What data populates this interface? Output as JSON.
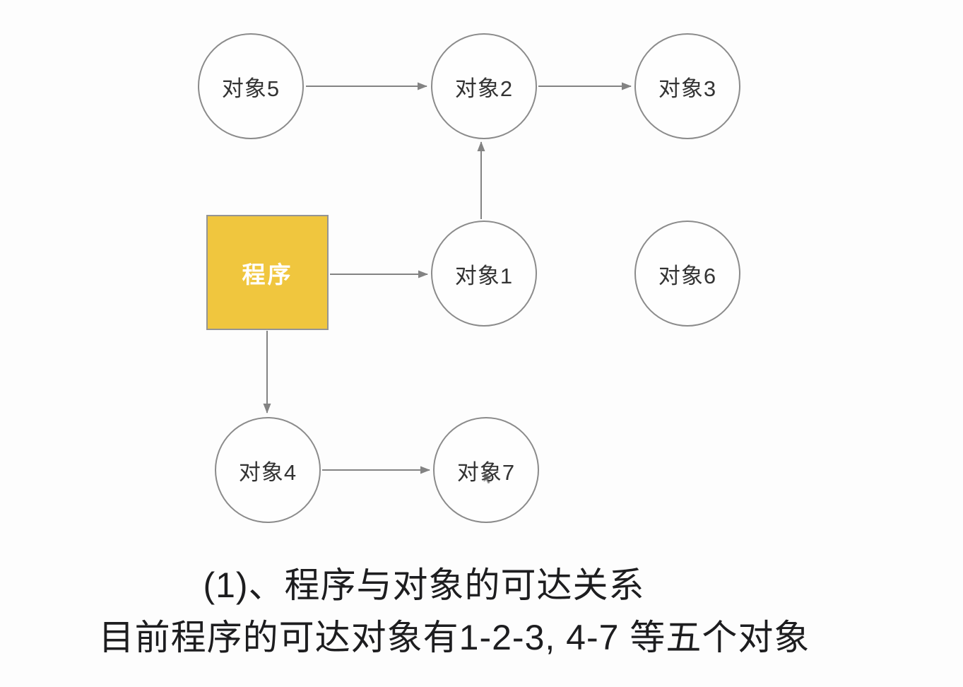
{
  "diagram": {
    "nodes": {
      "obj5": {
        "label": "对象5",
        "shape": "circle"
      },
      "obj2": {
        "label": "对象2",
        "shape": "circle"
      },
      "obj3": {
        "label": "对象3",
        "shape": "circle"
      },
      "program": {
        "label": "程序",
        "shape": "square",
        "fill": "#F0C63E"
      },
      "obj1": {
        "label": "对象1",
        "shape": "circle"
      },
      "obj6": {
        "label": "对象6",
        "shape": "circle"
      },
      "obj4": {
        "label": "对象4",
        "shape": "circle"
      },
      "obj7": {
        "label": "对象7",
        "shape": "circle"
      }
    },
    "edges": [
      {
        "from": "对象5",
        "to": "对象2"
      },
      {
        "from": "对象2",
        "to": "对象3"
      },
      {
        "from": "对象1",
        "to": "对象2"
      },
      {
        "from": "程序",
        "to": "对象1"
      },
      {
        "from": "程序",
        "to": "对象4"
      },
      {
        "from": "对象4",
        "to": "对象7"
      }
    ],
    "colors": {
      "program_fill": "#F0C63E",
      "node_border": "#8B8B8B",
      "edge": "#838383",
      "node_text": "#333333",
      "program_text": "#FFFFFF",
      "caption_text": "#1D1D1F",
      "background": "#FDFDFD"
    }
  },
  "caption": {
    "line1": "(1)、程序与对象的可达关系",
    "line2": "目前程序的可达对象有1-2-3, 4-7 等五个对象"
  }
}
